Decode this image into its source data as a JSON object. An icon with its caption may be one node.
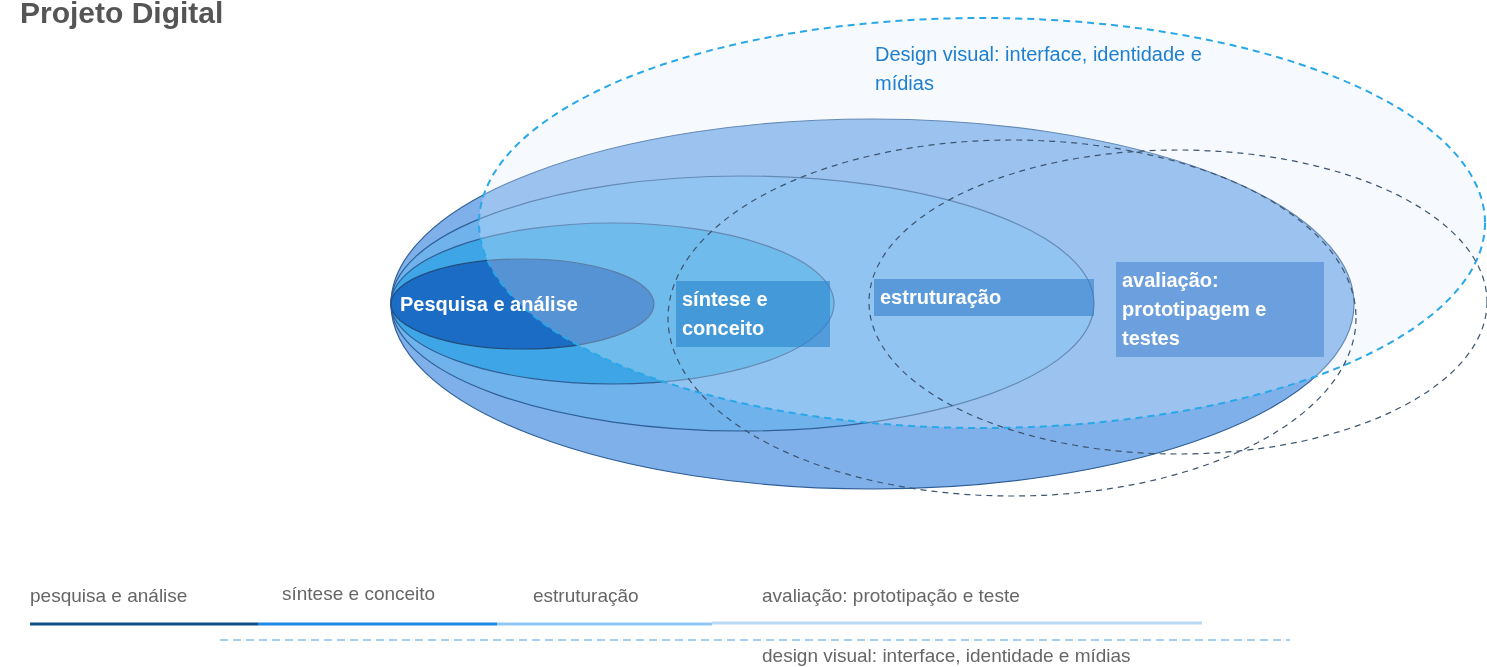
{
  "diagram": {
    "title": "Projeto Digital",
    "nodes": [
      {
        "text": [
          "Design visual: interface, identidade e mídias"
        ]
      },
      {
        "text": [
          "avaliação: prototipagem e testes"
        ]
      },
      {
        "text": [
          "estruturação"
        ],
        "in": 1
      },
      {
        "text": [
          "síntese e conceito"
        ],
        "in": 2
      },
      {
        "text": [
          "Pesquisa e análise"
        ],
        "in": 3
      }
    ],
    "legend": [
      {
        "text": "pesquisa e análise",
        "color": "#0d4f8b"
      },
      {
        "text": "síntese e conceito",
        "color": "#1e88e5"
      },
      {
        "text": "estruturação",
        "color": "#90c6f4"
      },
      {
        "text": "avaliação: prototipação e teste",
        "color": "#b9d9f7"
      },
      {
        "text": "design visual: interface, identidade e mídias"
      }
    ]
  }
}
